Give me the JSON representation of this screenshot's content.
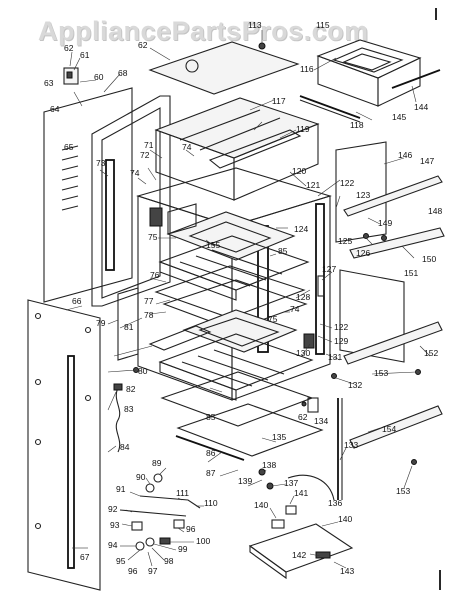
{
  "watermark": "AppliancePartsPros.com",
  "labels": [
    {
      "id": "62a",
      "text": "62"
    },
    {
      "id": "61",
      "text": "61"
    },
    {
      "id": "63",
      "text": "63"
    },
    {
      "id": "60",
      "text": "60"
    },
    {
      "id": "64",
      "text": "64"
    },
    {
      "id": "68",
      "text": "68"
    },
    {
      "id": "62b",
      "text": "62"
    },
    {
      "id": "113",
      "text": "113"
    },
    {
      "id": "115",
      "text": "115"
    },
    {
      "id": "116",
      "text": "116"
    },
    {
      "id": "144",
      "text": "144"
    },
    {
      "id": "117",
      "text": "117"
    },
    {
      "id": "118",
      "text": "118"
    },
    {
      "id": "145",
      "text": "145"
    },
    {
      "id": "119",
      "text": "119"
    },
    {
      "id": "65",
      "text": "65"
    },
    {
      "id": "73",
      "text": "73"
    },
    {
      "id": "72",
      "text": "72"
    },
    {
      "id": "71",
      "text": "71"
    },
    {
      "id": "74a",
      "text": "74"
    },
    {
      "id": "74b",
      "text": "74"
    },
    {
      "id": "120",
      "text": "120"
    },
    {
      "id": "121",
      "text": "121"
    },
    {
      "id": "122a",
      "text": "122"
    },
    {
      "id": "146",
      "text": "146"
    },
    {
      "id": "147",
      "text": "147"
    },
    {
      "id": "123",
      "text": "123"
    },
    {
      "id": "148",
      "text": "148"
    },
    {
      "id": "149",
      "text": "149"
    },
    {
      "id": "124",
      "text": "124"
    },
    {
      "id": "125",
      "text": "125"
    },
    {
      "id": "75a",
      "text": "75"
    },
    {
      "id": "155",
      "text": "155"
    },
    {
      "id": "85a",
      "text": "85"
    },
    {
      "id": "126",
      "text": "126"
    },
    {
      "id": "150",
      "text": "150"
    },
    {
      "id": "76",
      "text": "76"
    },
    {
      "id": "127",
      "text": "127"
    },
    {
      "id": "151",
      "text": "151"
    },
    {
      "id": "77",
      "text": "77"
    },
    {
      "id": "78",
      "text": "78"
    },
    {
      "id": "128",
      "text": "128"
    },
    {
      "id": "66",
      "text": "66"
    },
    {
      "id": "79",
      "text": "79"
    },
    {
      "id": "74c",
      "text": "74"
    },
    {
      "id": "75b",
      "text": "75"
    },
    {
      "id": "122b",
      "text": "122"
    },
    {
      "id": "81",
      "text": "81"
    },
    {
      "id": "129",
      "text": "129"
    },
    {
      "id": "152",
      "text": "152"
    },
    {
      "id": "130",
      "text": "130"
    },
    {
      "id": "131",
      "text": "131"
    },
    {
      "id": "80",
      "text": "80"
    },
    {
      "id": "153a",
      "text": "153"
    },
    {
      "id": "82",
      "text": "82"
    },
    {
      "id": "132",
      "text": "132"
    },
    {
      "id": "83",
      "text": "83"
    },
    {
      "id": "85b",
      "text": "85"
    },
    {
      "id": "62c",
      "text": "62"
    },
    {
      "id": "134",
      "text": "134"
    },
    {
      "id": "84",
      "text": "84"
    },
    {
      "id": "135",
      "text": "135"
    },
    {
      "id": "86",
      "text": "86"
    },
    {
      "id": "133",
      "text": "133"
    },
    {
      "id": "154",
      "text": "154"
    },
    {
      "id": "89",
      "text": "89"
    },
    {
      "id": "87",
      "text": "87"
    },
    {
      "id": "138",
      "text": "138"
    },
    {
      "id": "90",
      "text": "90"
    },
    {
      "id": "139",
      "text": "139"
    },
    {
      "id": "137",
      "text": "137"
    },
    {
      "id": "91",
      "text": "91"
    },
    {
      "id": "111",
      "text": "111"
    },
    {
      "id": "153b",
      "text": "153"
    },
    {
      "id": "110",
      "text": "110"
    },
    {
      "id": "141",
      "text": "141"
    },
    {
      "id": "136",
      "text": "136"
    },
    {
      "id": "92",
      "text": "92"
    },
    {
      "id": "140a",
      "text": "140"
    },
    {
      "id": "96a",
      "text": "96"
    },
    {
      "id": "93",
      "text": "93"
    },
    {
      "id": "140b",
      "text": "140"
    },
    {
      "id": "94",
      "text": "94"
    },
    {
      "id": "100",
      "text": "100"
    },
    {
      "id": "99",
      "text": "99"
    },
    {
      "id": "95",
      "text": "95"
    },
    {
      "id": "98",
      "text": "98"
    },
    {
      "id": "142",
      "text": "142"
    },
    {
      "id": "96b",
      "text": "96"
    },
    {
      "id": "97",
      "text": "97"
    },
    {
      "id": "67",
      "text": "67"
    },
    {
      "id": "143",
      "text": "143"
    }
  ]
}
